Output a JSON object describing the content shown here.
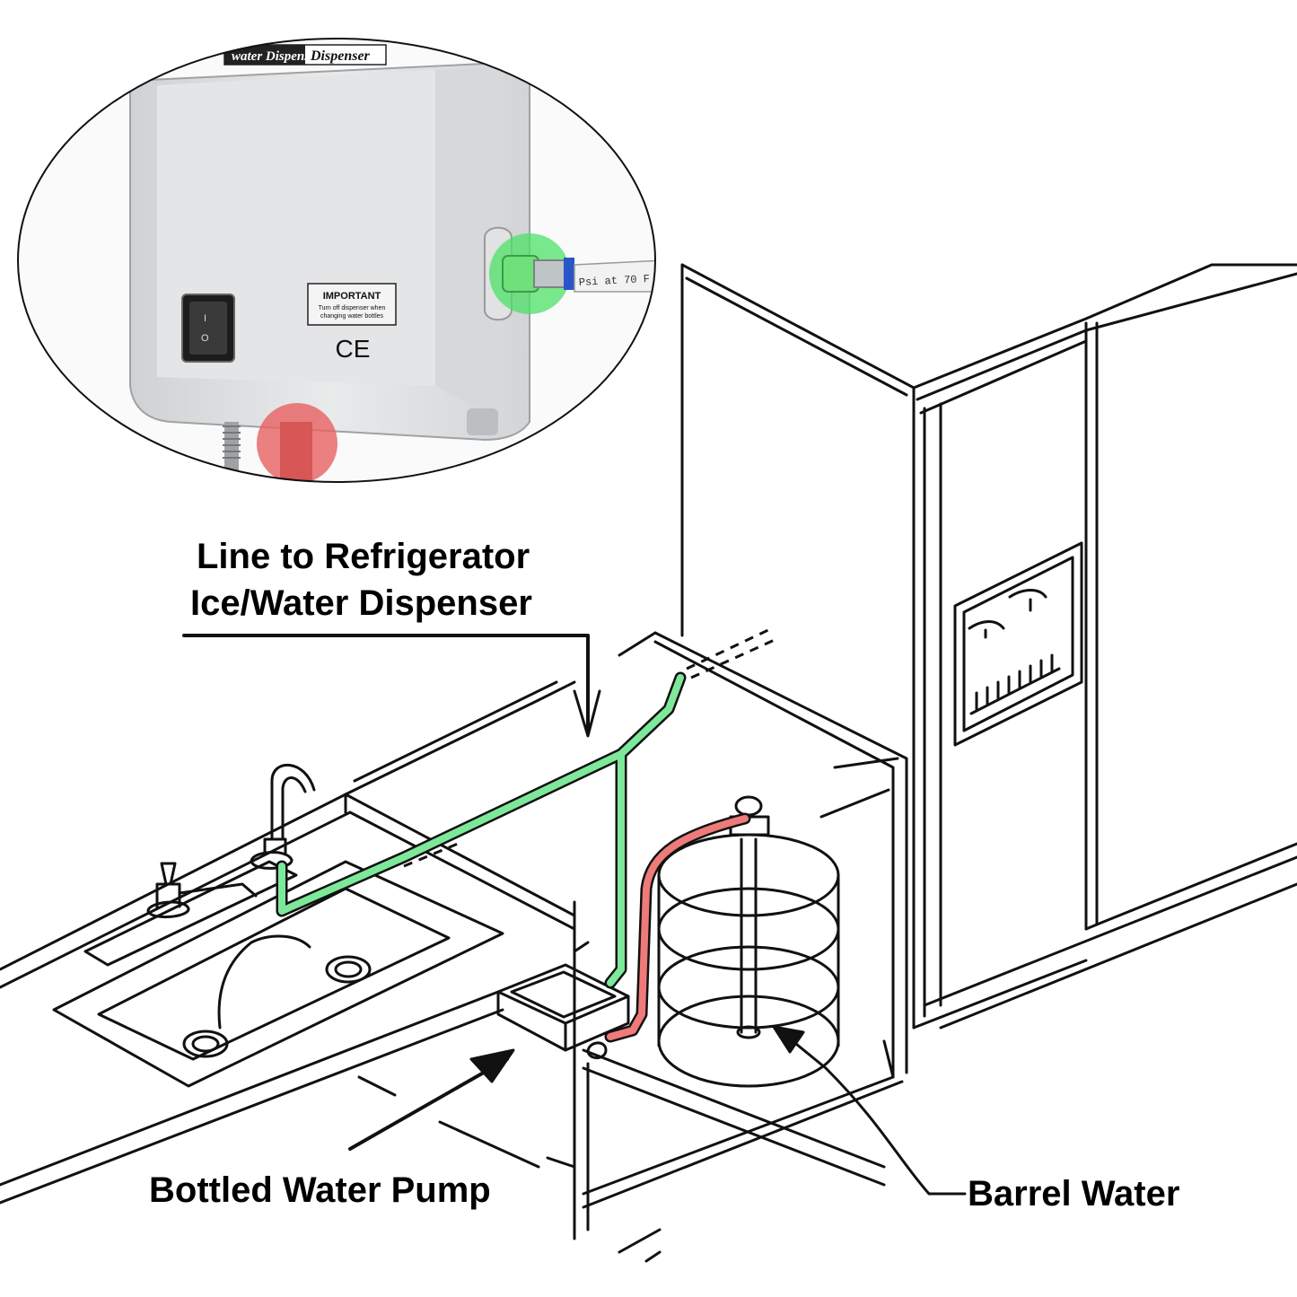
{
  "inset": {
    "product_banner": "water Dispenser",
    "notice_title": "IMPORTANT",
    "notice_line1": "Turn off dispenser when",
    "notice_line2": "changing water bottles",
    "ce_mark": "CE",
    "tube_print": "Psi at 70 F",
    "switch_on_symbol": "I",
    "switch_off_symbol": "O",
    "highlight_outlet_color": "#4ee066",
    "highlight_inlet_color": "#e86060"
  },
  "callouts": {
    "line_to_fridge_1": "Line to Refrigerator",
    "line_to_fridge_2": "Ice/Water Dispenser",
    "pump": "Bottled Water Pump",
    "barrel": "Barrel Water"
  },
  "lines": {
    "outlet_line_color": "#7ee89a",
    "inlet_line_color": "#ee7a7a"
  }
}
